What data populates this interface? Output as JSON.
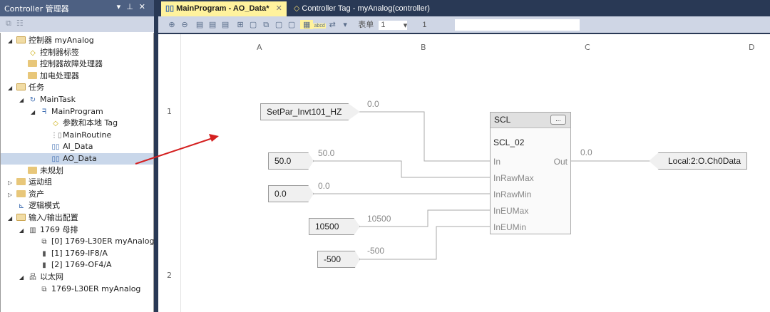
{
  "left_panel": {
    "title": "Controller 管理器",
    "title_buttons": [
      "▾",
      "⊥",
      "✕"
    ],
    "tree": [
      {
        "label": "控制器 myAnalog",
        "level": 0,
        "icon": "folder-open-icon",
        "expanded": true
      },
      {
        "label": "控制器标签",
        "level": 1,
        "icon": "tag-icon"
      },
      {
        "label": "控制器故障处理器",
        "level": 1,
        "icon": "folder-icon"
      },
      {
        "label": "加电处理器",
        "level": 1,
        "icon": "folder-icon"
      },
      {
        "label": "任务",
        "level": 0,
        "icon": "folder-open-icon",
        "expanded": true
      },
      {
        "label": "MainTask",
        "level": 1,
        "icon": "task-icon",
        "expanded": true
      },
      {
        "label": "MainProgram",
        "level": 2,
        "icon": "program-icon",
        "expanded": true
      },
      {
        "label": "参数和本地 Tag",
        "level": 3,
        "icon": "tag-icon"
      },
      {
        "label": "MainRoutine",
        "level": 3,
        "icon": "ladder-icon"
      },
      {
        "label": "AI_Data",
        "level": 3,
        "icon": "fbd-icon"
      },
      {
        "label": "AO_Data",
        "level": 3,
        "icon": "fbd-icon",
        "selected": true
      },
      {
        "label": "未规划",
        "level": 1,
        "icon": "folder-icon"
      },
      {
        "label": "运动组",
        "level": 0,
        "icon": "folder-icon",
        "collapsed": true
      },
      {
        "label": "资产",
        "level": 0,
        "icon": "folder-icon",
        "collapsed": true
      },
      {
        "label": "逻辑模式",
        "level": 0,
        "icon": "logic-icon"
      },
      {
        "label": "输入/输出配置",
        "level": 0,
        "icon": "folder-open-icon",
        "expanded": true
      },
      {
        "label": "1769 母排",
        "level": 1,
        "icon": "backplane-icon",
        "expanded": true
      },
      {
        "label": "[0] 1769-L30ER myAnalog",
        "level": 2,
        "icon": "controller-icon"
      },
      {
        "label": "[1] 1769-IF8/A",
        "level": 2,
        "icon": "module-icon"
      },
      {
        "label": "[2] 1769-OF4/A",
        "level": 2,
        "icon": "module-icon"
      },
      {
        "label": "以太网",
        "level": 1,
        "icon": "network-icon",
        "expanded": true
      },
      {
        "label": "1769-L30ER myAnalog",
        "level": 2,
        "icon": "controller-icon"
      }
    ]
  },
  "tabs": [
    {
      "label": "MainProgram - AO_Data*",
      "active": true,
      "close": "✕"
    },
    {
      "label": "Controller Tag - myAnalog(controller)"
    }
  ],
  "toolbar": {
    "sheet_label": "表单",
    "sheet_value": "1",
    "sheet_count": "1"
  },
  "canvas": {
    "columns": [
      "A",
      "B",
      "C",
      "D"
    ],
    "rows": [
      "1",
      "2"
    ],
    "inputs": [
      {
        "ref": "SetPar_Invt101_HZ",
        "value": "0.0"
      },
      {
        "ref": "50.0",
        "value": "50.0"
      },
      {
        "ref": "0.0",
        "value": "0.0"
      },
      {
        "ref": "10500",
        "value": "10500"
      },
      {
        "ref": "-500",
        "value": "-500"
      }
    ],
    "block": {
      "type": "SCL",
      "name": "SCL_02",
      "more": "...",
      "pins": [
        "In",
        "InRawMax",
        "InRawMin",
        "InEUMax",
        "InEUMin"
      ],
      "out_pin": "Out",
      "out_value": "0.0"
    },
    "output": {
      "ref": "Local:2:O.Ch0Data"
    }
  },
  "colors": {
    "annotation_arrow": "#d42020",
    "active_tab": "#fff29d"
  }
}
